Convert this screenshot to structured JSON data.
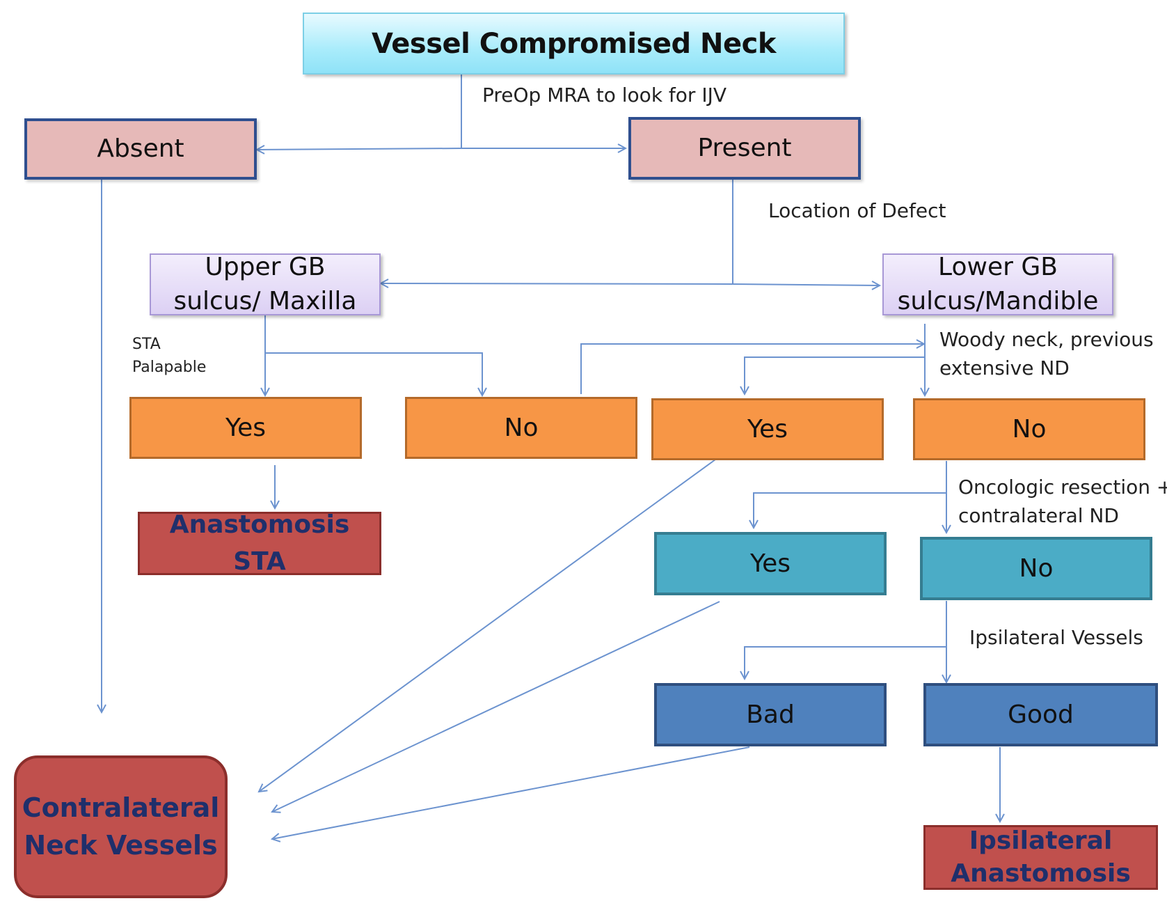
{
  "boxes": {
    "title": "Vessel Compromised Neck",
    "absent": "Absent",
    "present": "Present",
    "upper_gb_line1": "Upper GB",
    "upper_gb_line2": "sulcus/ Maxilla",
    "lower_gb_line1": "Lower GB",
    "lower_gb_line2": "sulcus/Mandible",
    "upper_yes": "Yes",
    "upper_no": "No",
    "lower_yes": "Yes",
    "lower_no": "No",
    "anastomosis_sta": "Anastomosis STA",
    "onc_yes": "Yes",
    "onc_no": "No",
    "bad": "Bad",
    "good": "Good",
    "contralateral_line1": "Contralateral",
    "contralateral_line2": "Neck Vessels",
    "ipsilateral_line1": "Ipsilateral",
    "ipsilateral_line2": "Anastomosis"
  },
  "labels": {
    "preop_mra": "PreOp MRA to look for IJV",
    "location_of_defect": "Location of Defect",
    "sta_line1": "STA",
    "sta_line2": "Palapable",
    "woody_line1": "Woody neck, previous",
    "woody_line2": "extensive ND",
    "oncologic_line1": "Oncologic resection +",
    "oncologic_line2": "contralateral  ND",
    "ipsilateral_vessels": "Ipsilateral  Vessels"
  },
  "colors": {
    "title_fill": "#a9ecfb",
    "decision_pink": "#e6b9b8",
    "location_lavender": "#dcd0f4",
    "answer_orange": "#f79646",
    "answer_teal": "#4bacc6",
    "answer_blue": "#4f81bd",
    "outcome_red": "#c0504d",
    "outcome_text": "#1f2f6b",
    "connector": "#6c93cf"
  }
}
